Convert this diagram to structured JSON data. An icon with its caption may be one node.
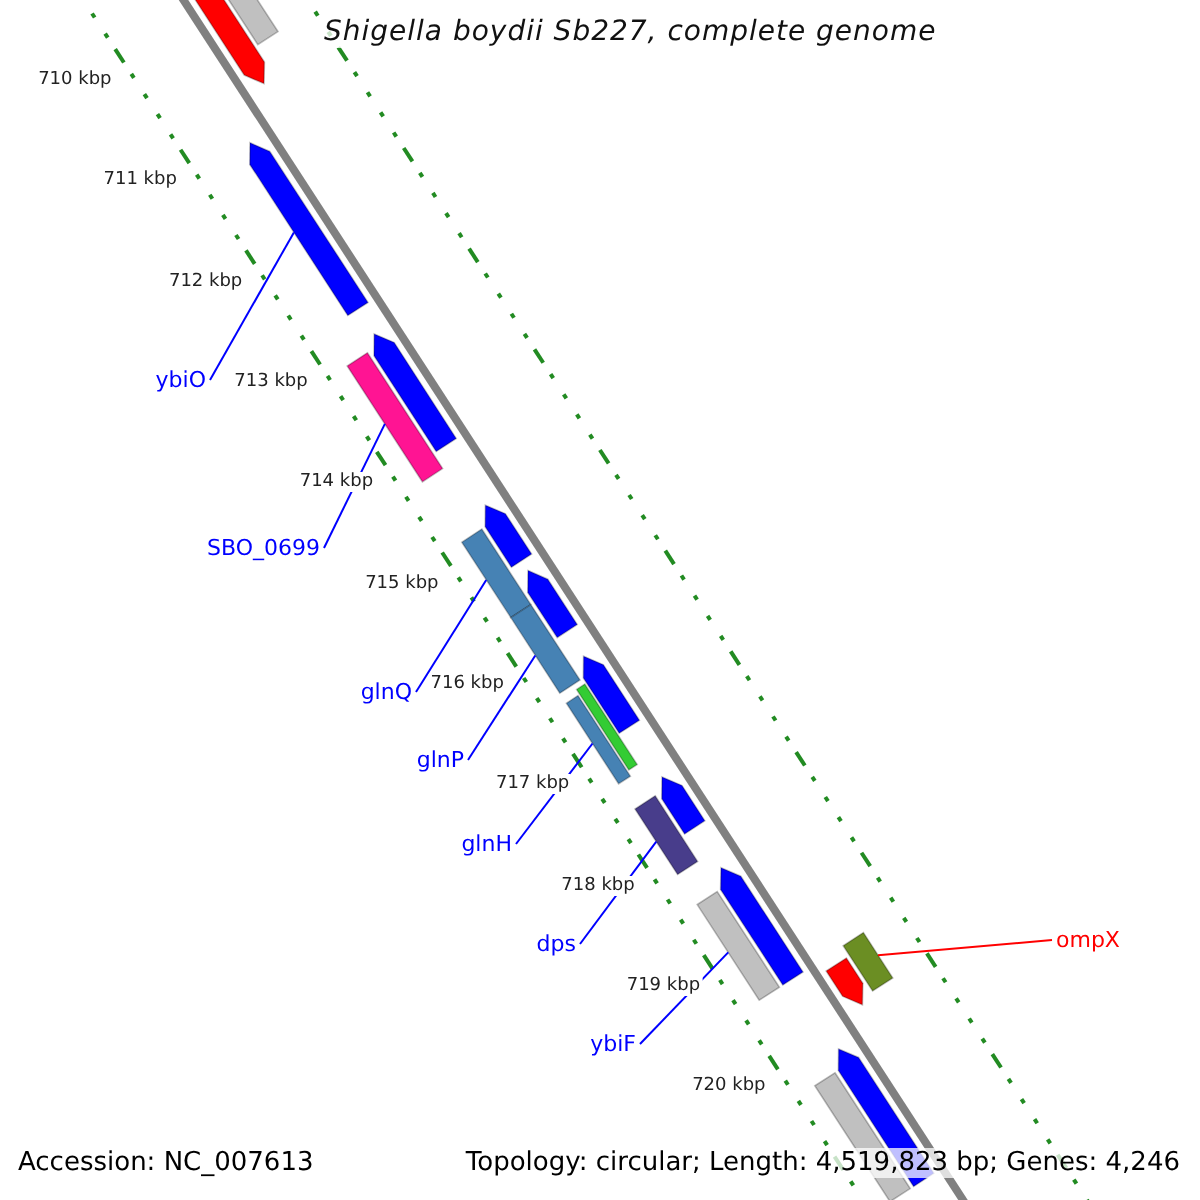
{
  "diagram": {
    "title": "Shigella boydii Sb227, complete genome",
    "nodes": [
      {
        "text": [
          "ybiO"
        ]
      },
      {
        "text": [
          "SBO_0699"
        ]
      },
      {
        "text": [
          "glnQ"
        ]
      },
      {
        "text": [
          "glnP"
        ]
      },
      {
        "text": [
          "glnH"
        ]
      },
      {
        "text": [
          "dps"
        ]
      },
      {
        "text": [
          "ybiF"
        ]
      },
      {
        "text": [
          "ompX"
        ]
      },
      {
        "text": [],
        "shape": "bar"
      },
      {
        "text": [],
        "shape": "bar"
      },
      {
        "text": [],
        "shape": "bar"
      },
      {
        "text": [],
        "shape": "bar"
      },
      {
        "text": [],
        "shape": "bar"
      },
      {
        "text": [],
        "shape": "bar"
      },
      {
        "text": [],
        "shape": "bar"
      },
      {
        "text": [],
        "shape": "bar"
      }
    ],
    "edges": [
      {
        "from": 0,
        "to": 8,
        "arrow": "none"
      },
      {
        "from": 1,
        "to": 9,
        "arrow": "none"
      },
      {
        "from": 2,
        "to": 10,
        "arrow": "none"
      },
      {
        "from": 3,
        "to": 11,
        "arrow": "none"
      },
      {
        "from": 4,
        "to": 12,
        "arrow": "none"
      },
      {
        "from": 5,
        "to": 13,
        "arrow": "none"
      },
      {
        "from": 6,
        "to": 14,
        "arrow": "none"
      },
      {
        "from": 7,
        "to": 15,
        "arrow": "none",
        "color": "#ff0000"
      }
    ],
    "labels": [
      "710 kbp",
      "711 kbp",
      "712 kbp",
      "713 kbp",
      "714 kbp",
      "715 kbp",
      "716 kbp",
      "717 kbp",
      "718 kbp",
      "719 kbp",
      "720 kbp",
      "Accession: NC_007613",
      "Topology: circular; Length: 4,519,823 bp; Genes: 4,246"
    ]
  }
}
